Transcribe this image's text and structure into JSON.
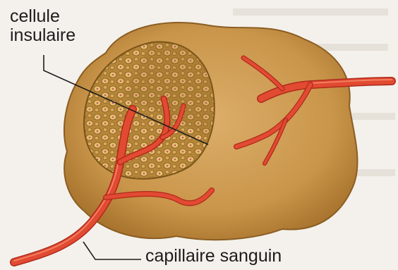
{
  "diagram": {
    "labels": {
      "cell_line1": "cellule",
      "cell_line2": "insulaire",
      "capillary": "capillaire sanguin"
    },
    "colors": {
      "tissue": "#c9954a",
      "islet": "#b98a3c",
      "vessel": "#e0402c",
      "vessel_light": "#f28a6a",
      "background": "#f4f1ec"
    }
  }
}
